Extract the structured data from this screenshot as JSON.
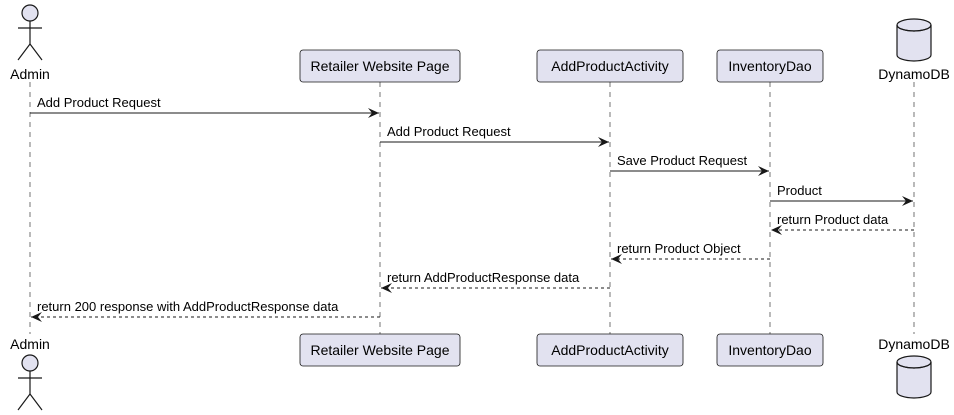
{
  "participants": [
    {
      "id": "admin",
      "label": "Admin",
      "kind": "actor"
    },
    {
      "id": "website",
      "label": "Retailer Website Page",
      "kind": "box"
    },
    {
      "id": "activity",
      "label": "AddProductActivity",
      "kind": "box"
    },
    {
      "id": "dao",
      "label": "InventoryDao",
      "kind": "box"
    },
    {
      "id": "db",
      "label": "DynamoDB",
      "kind": "database"
    }
  ],
  "messages": [
    {
      "from": "admin",
      "to": "website",
      "label": "Add Product Request",
      "style": "solid"
    },
    {
      "from": "website",
      "to": "activity",
      "label": "Add Product Request",
      "style": "solid"
    },
    {
      "from": "activity",
      "to": "dao",
      "label": "Save Product Request",
      "style": "solid"
    },
    {
      "from": "dao",
      "to": "db",
      "label": "Product",
      "style": "solid"
    },
    {
      "from": "db",
      "to": "dao",
      "label": "return Product data",
      "style": "dashed"
    },
    {
      "from": "dao",
      "to": "activity",
      "label": "return Product Object",
      "style": "dashed"
    },
    {
      "from": "activity",
      "to": "website",
      "label": "return AddProductResponse data",
      "style": "dashed"
    },
    {
      "from": "website",
      "to": "admin",
      "label": "return 200 response with AddProductResponse data",
      "style": "dashed"
    }
  ],
  "colors": {
    "box_fill": "#e2e2f0",
    "box_stroke": "#181818",
    "line": "#181818",
    "lifeline": "#181818"
  }
}
